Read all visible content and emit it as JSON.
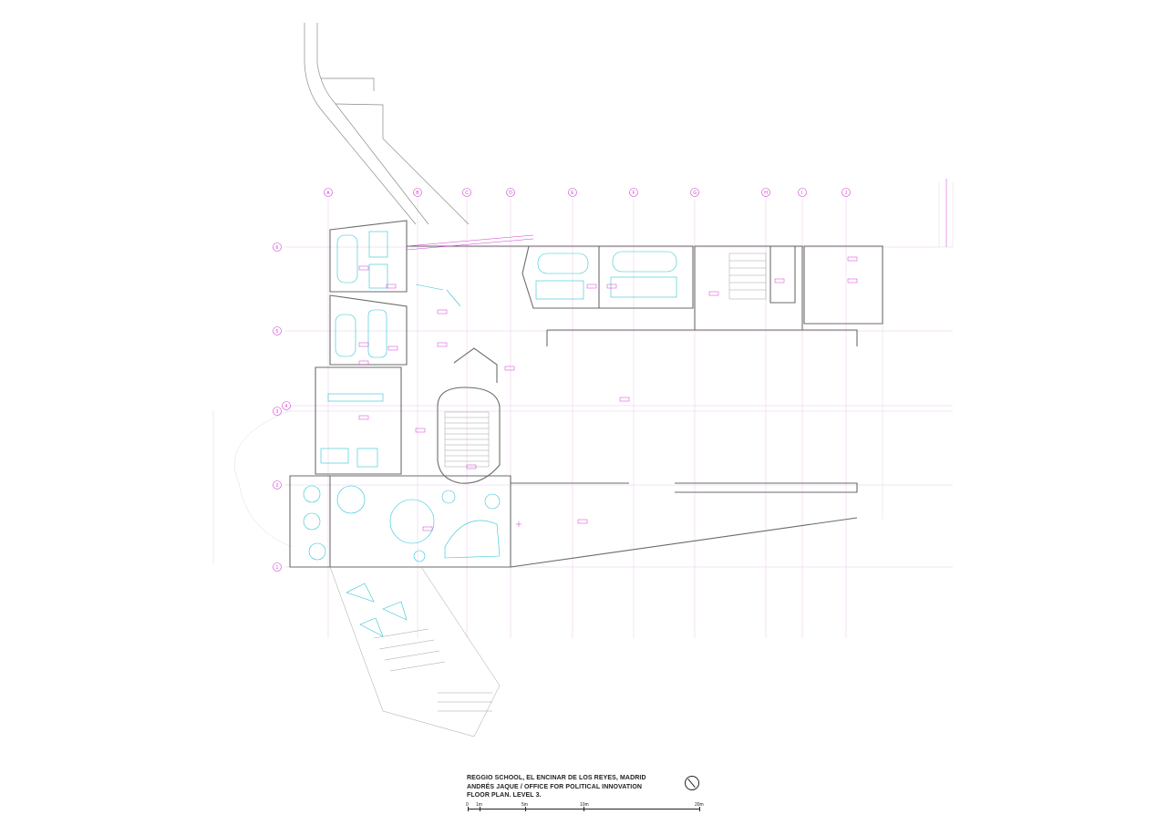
{
  "drawing": {
    "title_line1": "REGGIO SCHOOL, EL ENCINAR DE LOS REYES, MADRID",
    "title_line2": "ANDRÉS JAQUE / OFFICE FOR POLITICAL INNOVATION",
    "title_line3": "FLOOR PLAN. LEVEL 3."
  },
  "scale_bar": {
    "labels": [
      "0",
      "1m",
      "5m",
      "10m",
      "20m"
    ]
  },
  "grid": {
    "column_labels": [
      "A",
      "B",
      "C",
      "D",
      "E",
      "F",
      "G",
      "H",
      "I",
      "J"
    ],
    "row_labels": [
      "6",
      "5",
      "4",
      "3",
      "2",
      "1"
    ]
  },
  "icons": {
    "north_arrow": "north-arrow-icon"
  },
  "colors": {
    "walls": "#6e6e6e",
    "annotation_magenta": "#d23bd2",
    "furniture_cyan": "#2fc4d6",
    "gridlines": "#e6b7e6"
  }
}
